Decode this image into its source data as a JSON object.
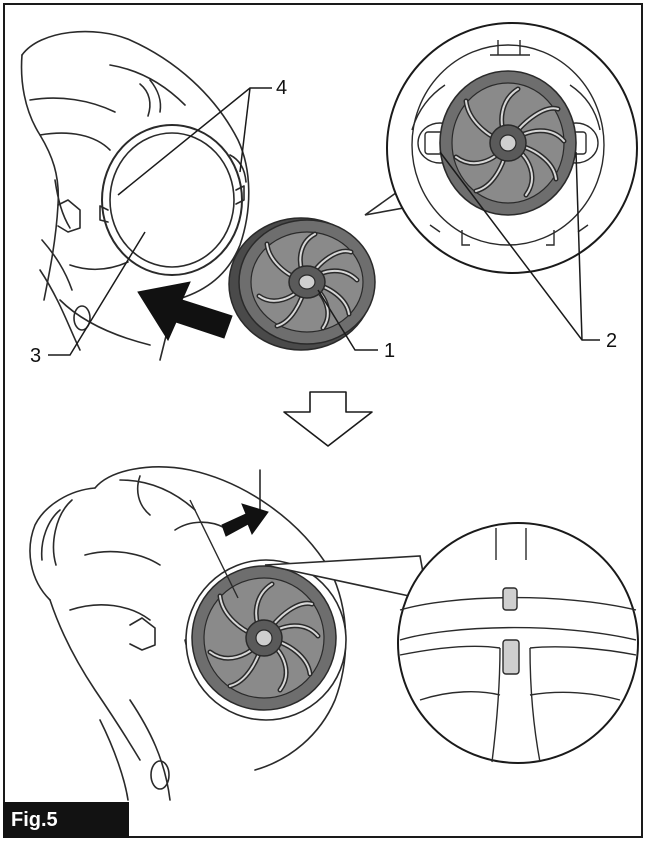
{
  "figure": {
    "label": "Fig.5"
  },
  "callouts": {
    "filter": "1",
    "tabs": "2",
    "housing": "3",
    "notches": "4"
  },
  "colors": {
    "line": "#2a2a2a",
    "filter_fill": "#6e6e6e",
    "filter_dark": "#4a4a4a",
    "label_bg": "#121212"
  }
}
